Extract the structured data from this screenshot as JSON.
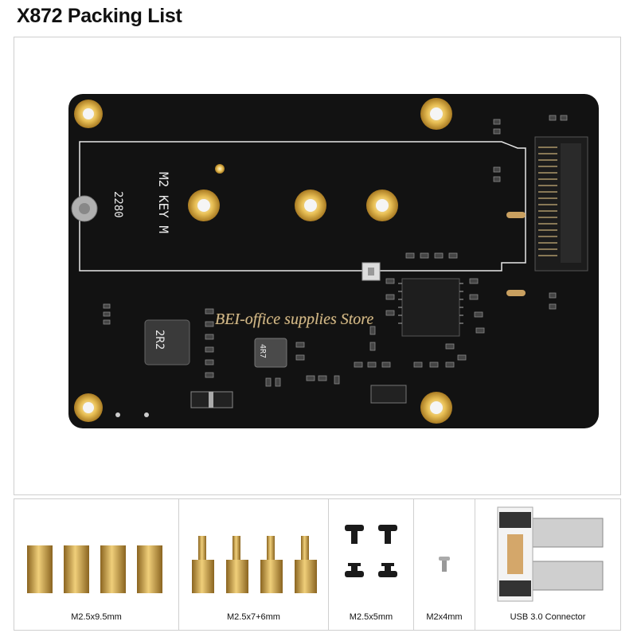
{
  "title": "X872 Packing List",
  "board": {
    "silk_m2": "M2 KEY M",
    "silk_2280": "2280",
    "silk_2r2": "2R2",
    "silk_4r7": "4R7",
    "watermark": "BEI-office supplies Store"
  },
  "items": [
    {
      "label": "M2.5x9.5mm",
      "icon": "brass-standoff-icon"
    },
    {
      "label": "M2.5x7+6mm",
      "icon": "threaded-standoff-icon"
    },
    {
      "label": "M2.5x5mm",
      "icon": "black-screw-icon"
    },
    {
      "label": "M2x4mm",
      "icon": "silver-screw-icon"
    },
    {
      "label": "USB 3.0 Connector",
      "icon": "usb-connector-icon"
    }
  ],
  "colors": {
    "pcb": "#111111",
    "gold": "#d4a43a",
    "brass": "#c99a3a"
  }
}
